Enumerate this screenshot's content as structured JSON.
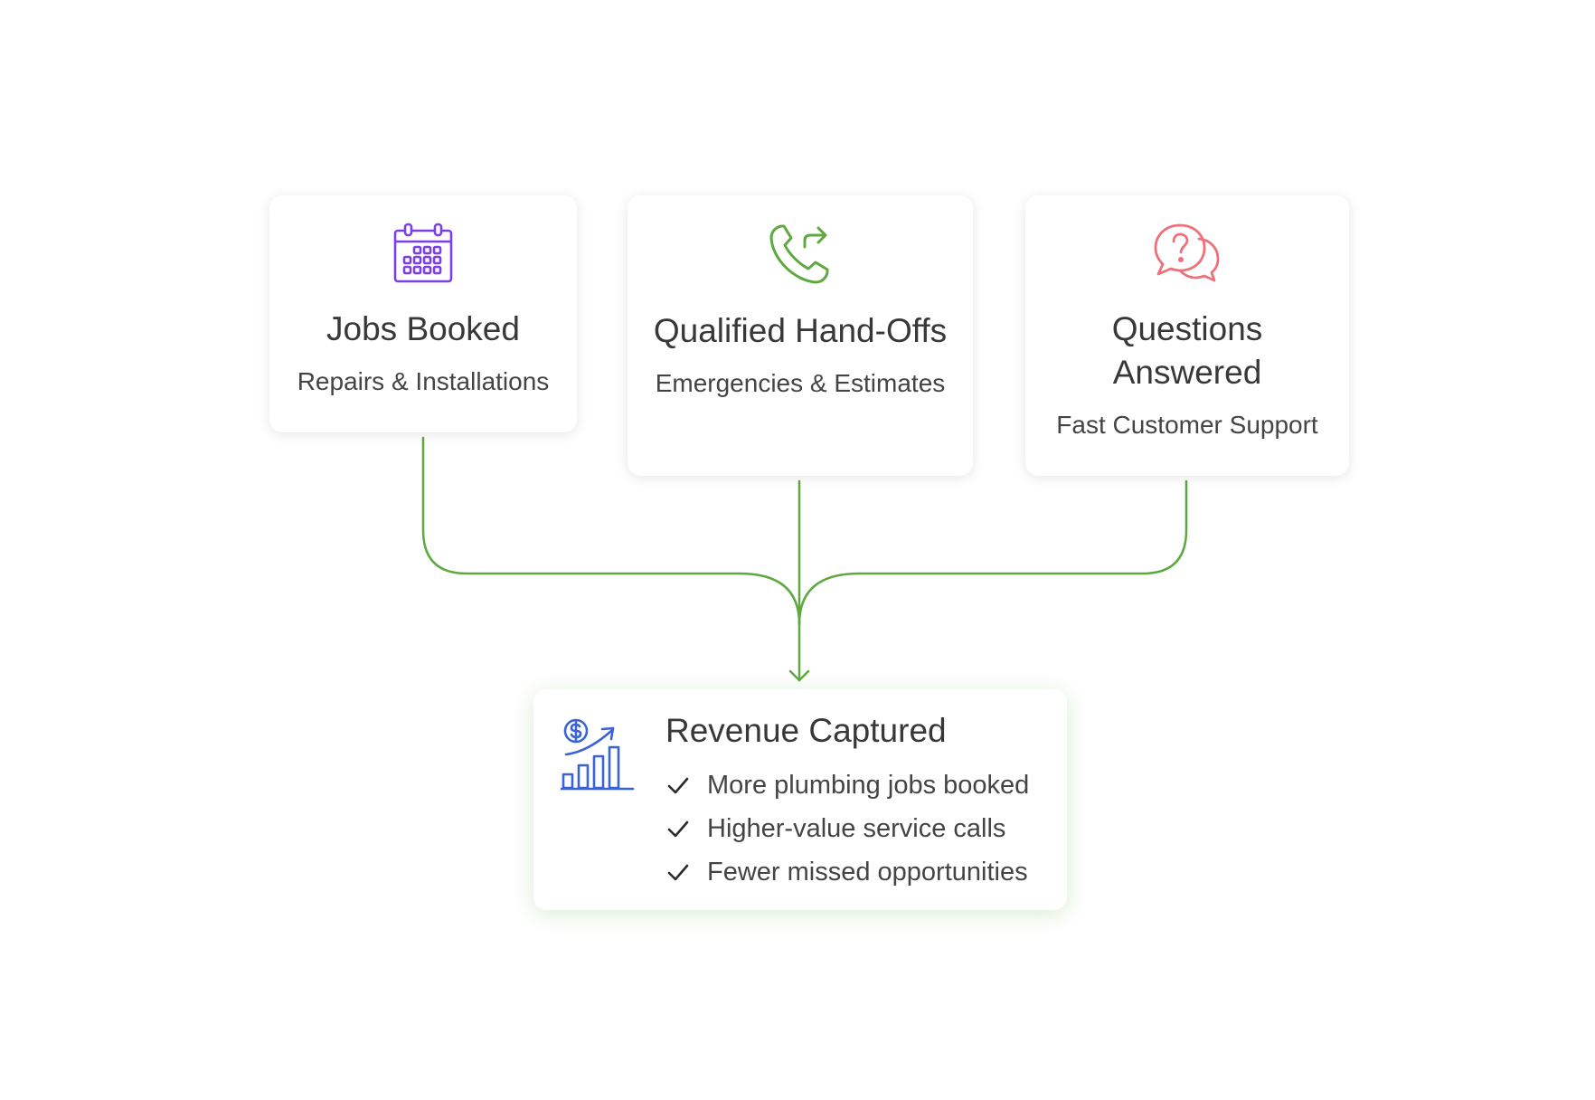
{
  "colors": {
    "connector": "#5fa83f",
    "calendar_icon": "#7b3fe4",
    "phone_icon": "#5fa83f",
    "question_icon": "#f0707a",
    "revenue_icon": "#3a63d8",
    "check": "#2b2b2b"
  },
  "cards": [
    {
      "id": "jobs",
      "icon": "calendar-icon",
      "title": "Jobs Booked",
      "subtitle": "Repairs & Installations"
    },
    {
      "id": "handoffs",
      "icon": "phone-forward-icon",
      "title": "Qualified Hand-Offs",
      "subtitle": "Emergencies & Estimates"
    },
    {
      "id": "questions",
      "icon": "question-chat-icon",
      "title": "Questions Answered",
      "subtitle": "Fast Customer Support"
    }
  ],
  "result": {
    "icon": "revenue-growth-icon",
    "title": "Revenue Captured",
    "items": [
      "More plumbing jobs booked",
      "Higher-value service calls",
      "Fewer missed opportunities"
    ]
  }
}
